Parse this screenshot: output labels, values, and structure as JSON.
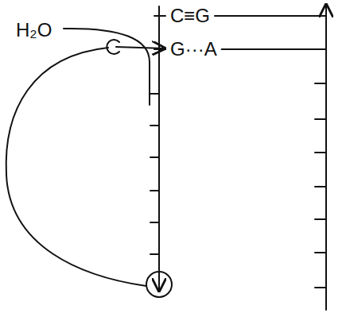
{
  "diagram": {
    "labels": [
      "H₂O",
      "C≡G",
      "G···A"
    ]
  }
}
